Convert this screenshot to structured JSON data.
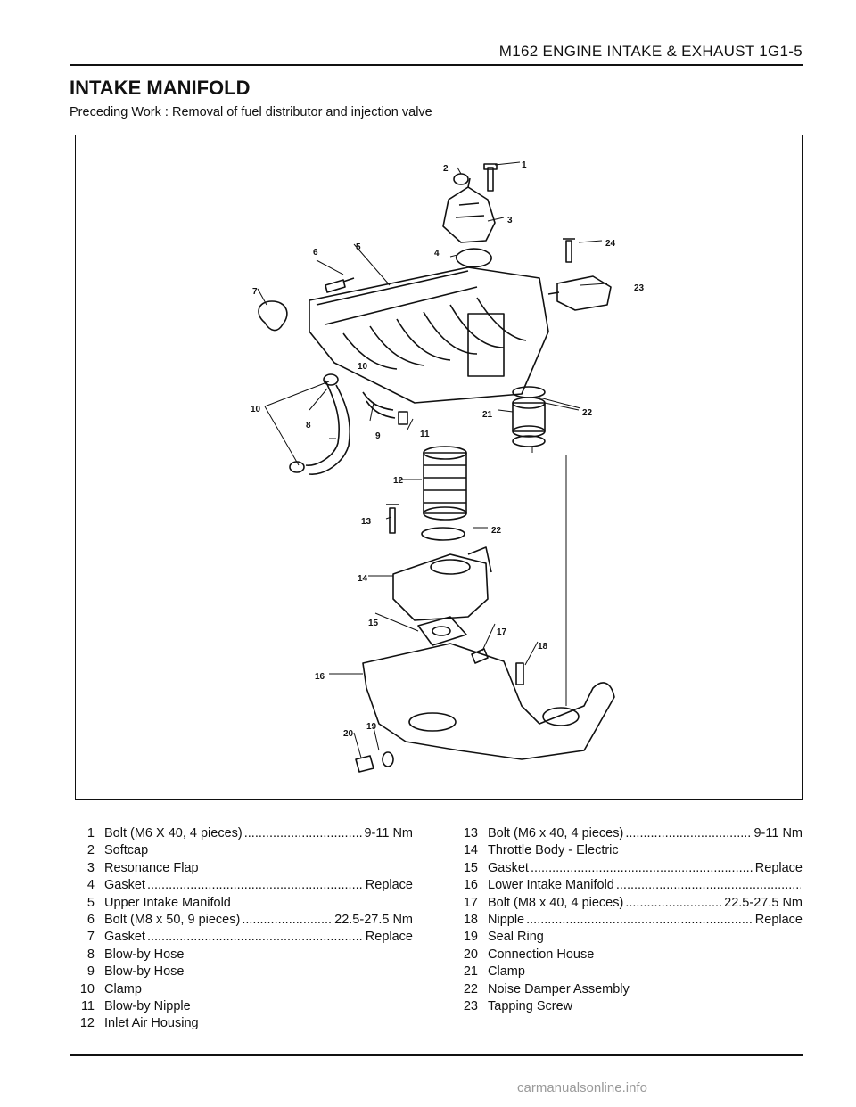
{
  "header": {
    "section": "M162 ENGINE INTAKE & EXHAUST  1G1-5"
  },
  "title": "INTAKE MANIFOLD",
  "subtitle": "Preceding Work : Removal of fuel distributor and injection valve",
  "figure": {
    "callouts": [
      "1",
      "2",
      "3",
      "4",
      "5",
      "6",
      "7",
      "8",
      "9",
      "10",
      "10",
      "11",
      "12",
      "13",
      "14",
      "15",
      "16",
      "17",
      "18",
      "19",
      "20",
      "21",
      "22",
      "22",
      "23",
      "24"
    ]
  },
  "parts_left": [
    {
      "num": "1",
      "desc": "Bolt (M6 X 40, 4 pieces)",
      "spec": "9-11 Nm"
    },
    {
      "num": "2",
      "desc": "Softcap",
      "spec": ""
    },
    {
      "num": "3",
      "desc": "Resonance  Flap",
      "spec": ""
    },
    {
      "num": "4",
      "desc": "Gasket",
      "spec": "Replace"
    },
    {
      "num": "5",
      "desc": "Upper Intake Manifold",
      "spec": ""
    },
    {
      "num": "6",
      "desc": "Bolt (M8 x 50, 9 pieces)",
      "spec": "22.5-27.5 Nm"
    },
    {
      "num": "7",
      "desc": "Gasket",
      "spec": "Replace"
    },
    {
      "num": "8",
      "desc": "Blow-by Hose",
      "spec": ""
    },
    {
      "num": "9",
      "desc": "Blow-by Hose",
      "spec": ""
    },
    {
      "num": "10",
      "desc": "Clamp",
      "spec": ""
    },
    {
      "num": "11",
      "desc": "Blow-by Nipple",
      "spec": ""
    },
    {
      "num": "12",
      "desc": "Inlet Air Housing",
      "spec": ""
    }
  ],
  "parts_right": [
    {
      "num": "13",
      "desc": "Bolt (M6 x 40, 4 pieces)",
      "spec": "9-11 Nm"
    },
    {
      "num": "14",
      "desc": "Throttle Body - Electric",
      "spec": ""
    },
    {
      "num": "15",
      "desc": "Gasket",
      "spec": "Replace"
    },
    {
      "num": "16",
      "desc": "Lower Intake Manifold",
      "spec": "",
      "dotted": true
    },
    {
      "num": "17",
      "desc": "Bolt (M8 x 40, 4 pieces)",
      "spec": "22.5-27.5 Nm"
    },
    {
      "num": "18",
      "desc": "Nipple",
      "spec": "Replace"
    },
    {
      "num": "19",
      "desc": "Seal Ring",
      "spec": ""
    },
    {
      "num": "20",
      "desc": "Connection House",
      "spec": ""
    },
    {
      "num": "21",
      "desc": "Clamp",
      "spec": ""
    },
    {
      "num": "22",
      "desc": "Noise Damper Assembly",
      "spec": ""
    },
    {
      "num": "23",
      "desc": "Tapping Screw",
      "spec": ""
    }
  ],
  "watermark": "carmanualsonline.info"
}
